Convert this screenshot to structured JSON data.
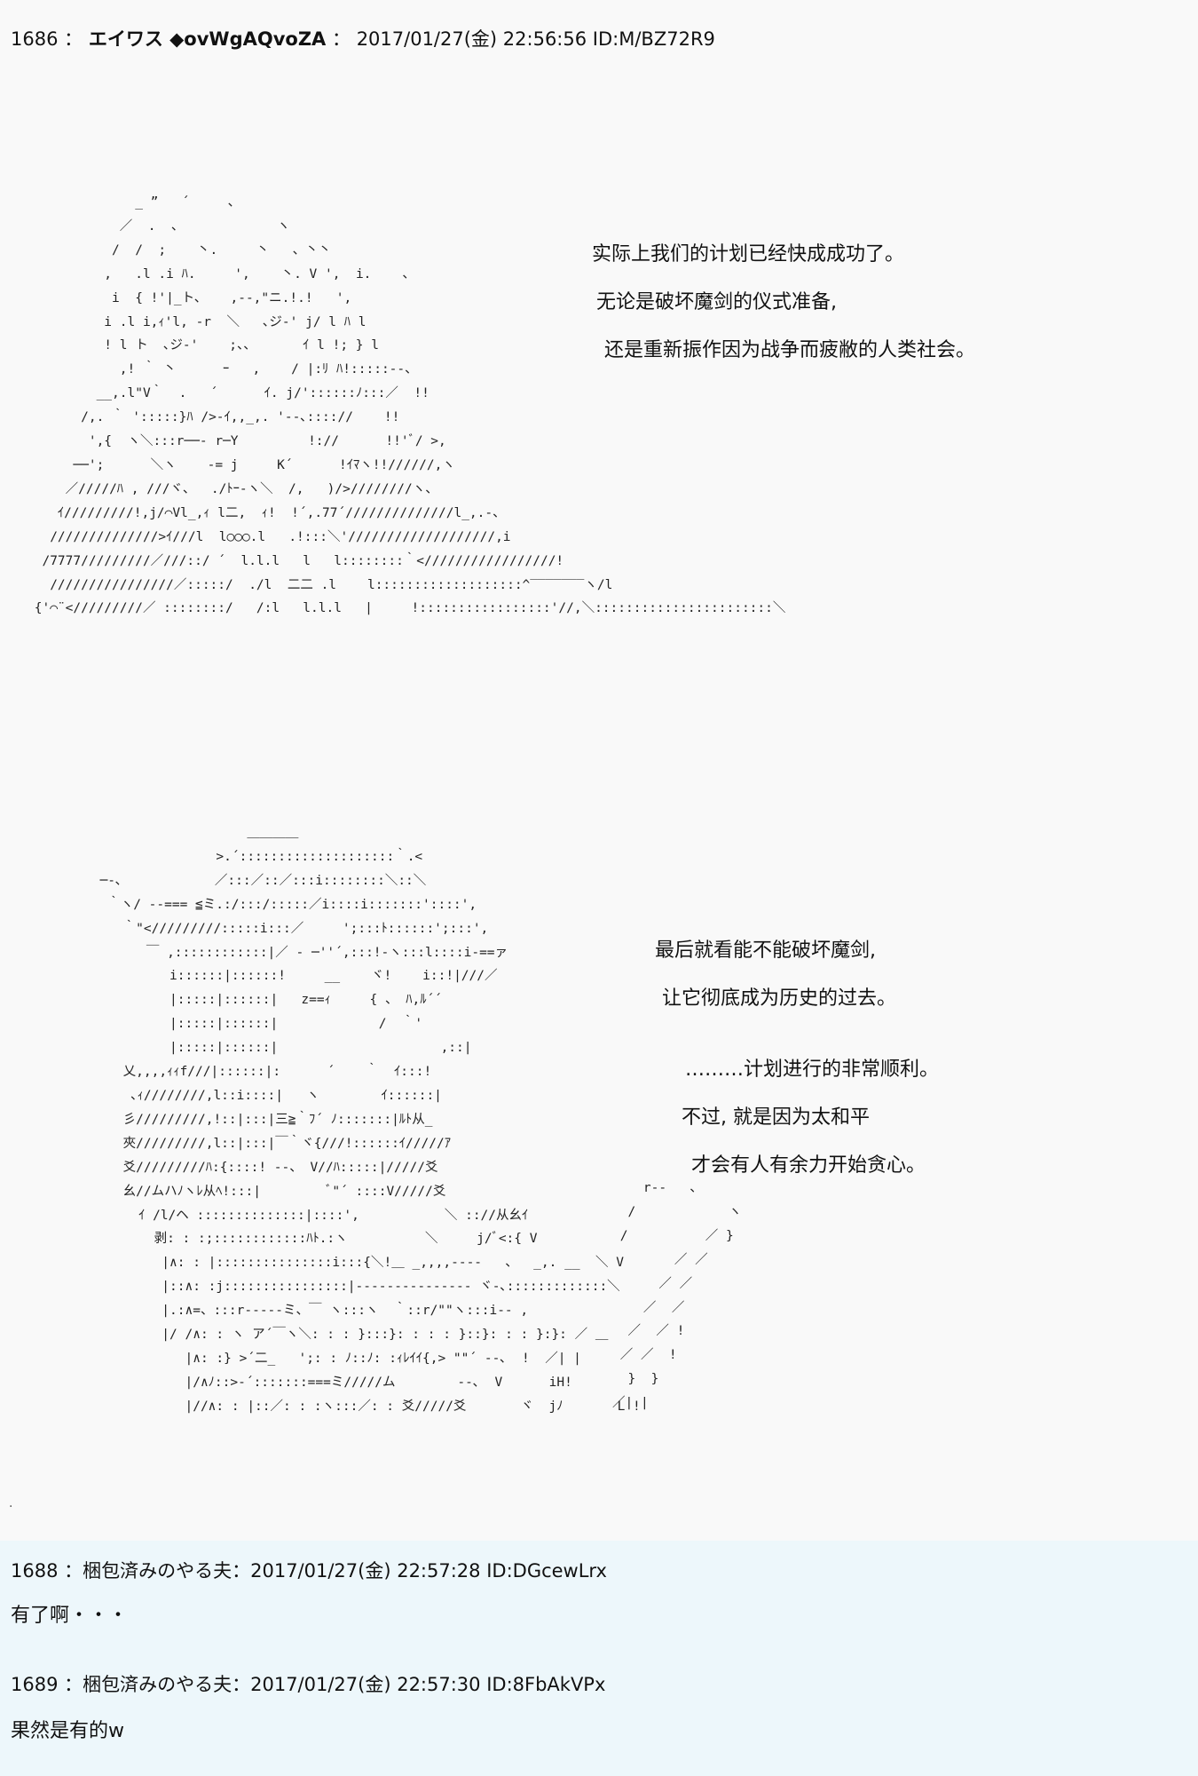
{
  "post": {
    "number": "1686",
    "sep": "：",
    "handle": "エイワス ◆ovWgAQvoZA",
    "datetime": "2017/01/27(金) 22:56:56",
    "id": "ID:M/BZ72R9"
  },
  "art1": "              _ ”   ´     ､\n            ／  .  、            ヽ\n           /  /  ;    丶.     丶   、丶丶\n          ,   .l .i ﾊ.     ',    丶. V ',  i.    、\n           i  { !'|_ト、   ,-‐,\"ニ.!.!   ',\n          i .l i,ｨ'l, ‐r  ＼   ､ジ-' j/ l ﾊ l\n          ! l ト  ､ジ-'    ;、、      ｲ l !; } l\n            ,! ｀ 丶      ｰ   ,    / |:ﾘ ﾊ!:::::‐-、\n         __,.l\"V｀  .   ´      ｲ. j/'::::::ﾉ:::／  !!\n       /,. ｀ ':::::}ﾊ />-ｲ,,_,. '‐-､:::://    !!\n        ',{  ヽ＼:::r──- r─Y         !://      !!'ﾞ/ >,\n      ──';      ＼ヽ    -= j     K´      !ｲﾏヽ!!//////,ヽ\n     ／/////ﾊ , ///ヾ、  ./ﾄｰ-ヽ＼  /,   )/>////////ヽ、\n    ｲ/////////!,j/⌒Vl_,ｨ l二,  ｨ!  !´,.77´//////////////l_,.-、\n   //////////////>ｲ///l  l○○○.l   .!:::＼'///////////////////,i\n  /7777/////////／///::/ ´  l.l.l   l   l::::::::｀</////////////////!\n   ////////////////／:::::/  ./l  二二 .l    l:::::::::::::::::::^‾‾‾‾‾‾‾ヽ/l\n {'⌒¨</////////／ ::::::::/   /:l   l.l.l   |     !:::::::::::::::::'//,＼:::::::::::::::::::::::＼",
  "art2": "                     ＿＿＿＿\n                 >.´::::::::::::::::::::｀.<\n  ─-､            ／:::／::／:::i::::::::＼::＼\n   ｀ヽ/ ‐-=== ≦ミ.:/:::/:::::／i::::i:::::::'::::',\n     ｀\"</////////:::::i:::／     ';:::ﾄ::::::';:::',\n        ￣ ,::::::::::::|／ ‐ ─''´,:::!-ヽ:::l::::i‐==ァ\n           i::::::|::::::!     __    ヾ!    i::!|///／\n           |:::::|::::::|   z==ｨ     { 、 ﾊ,ﾙ´´\n           |:::::|::::::|             /  ｀'\n           |:::::|::::::|                     ,::|\n     乂,,,,ｨｨf///|::::::|:      ´    ｀  ｲ:::!\n      ､ｨ////////,l::i::::|   ヽ        ｲ::::::|\n     彡/////////,!::|:::|三≧｀ﾌ´ ﾉ:::::::|ﾙﾄ从_\n     夾/////////,l::|:::|￣｀ヾ{///!::::::ｲ/////ｱ\n     爻/////////ﾊ:{::::! ‐‐、 V//ﾊ:::::|/////爻\n     幺//ムハﾉヽﾚ从ﾍ!:::|         ﾞ\"´ ::::V/////爻\n       ｲ /l/ヘ ::::::::::::::|::::',           ＼ :://从幺ｲ\n         剥: : :;::::::::::::ﾊﾄ.:ヽ          ＼     j/ﾞ<:{ V\n          |∧: : |:::::::::::::::i:::{＼!＿ _,,,,--‐-   、  _,. __  ＼ V\n          |::∧: :j::::::::::::::::|‐‐‐‐‐‐‐‐‐‐‐‐‐‐‐ ヾ-､:::::::::::::＼\n          |.:∧=、:::r‐----ミ、￣ ヽ:::ヽ  ｀::r/\"\"ヽ:::i‐‐ ,\n          |/ /∧: : ヽ ア´￣ヽ＼: : : }:::}: : : : }::}: : : }:}: ／ ＿\n             |∧: :} >´二_   ';: : ﾉ::ﾉ: :ｨﾚｲｲ{,> \"\"´ ‐‐､  !  ／| |\n             |/∧ﾉ::>‐´:::::::===ミ/////ム        ‐‐､  V      iH!\n             |//∧: : |::／: : :ヽ:::／: : 爻/////爻       ヾ  jﾉ       L !",
  "art3": "    r‐‐   、\n  /            ヽ\n /          ／ }\n        ／ ／\n      ／ ／\n    ／  ／\n  ／  ／ !\n ／ ／  !\n  }  }\n／| |",
  "captions": {
    "c1": "实际上我们的计划已经快成成功了。",
    "c2": "无论是破坏魔剑的仪式准备,",
    "c3": "还是重新振作因为战争而疲敝的人类社会。",
    "c4": "最后就看能不能破坏魔剑,",
    "c5": "让它彻底成为历史的过去。",
    "c6": "………计划进行的非常顺利。",
    "c7": "不过, 就是因为太和平",
    "c8": "才会有人有余力开始贪心。"
  },
  "replies": [
    {
      "header": "1688 ：梱包済みのやる夫：2017/01/27(金) 22:57:28 ID:DGcewLrx",
      "body": "有了啊・・・"
    },
    {
      "header": "1689 ：梱包済みのやる夫：2017/01/27(金) 22:57:30 ID:8FbAkVPx",
      "body": "果然是有的w"
    }
  ]
}
